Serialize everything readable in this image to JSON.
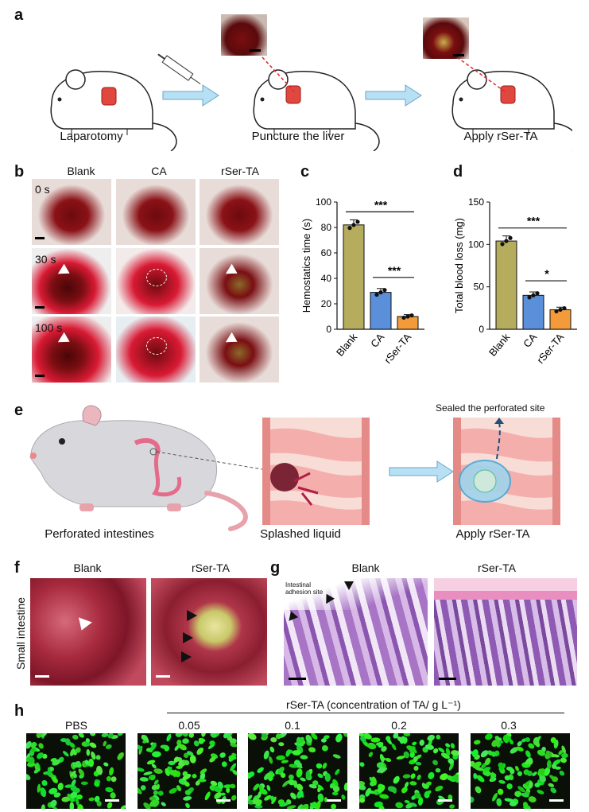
{
  "panels": {
    "a": "a",
    "b": "b",
    "c": "c",
    "d": "d",
    "e": "e",
    "f": "f",
    "g": "g",
    "h": "h"
  },
  "panel_a": {
    "captions": [
      "Laparotomy",
      "Puncture the liver",
      "Apply rSer-TA"
    ]
  },
  "panel_b": {
    "columns": [
      "Blank",
      "CA",
      "rSer-TA"
    ],
    "rows": [
      "0 s",
      "30 s",
      "100 s"
    ]
  },
  "panel_e": {
    "captions": [
      "Perforated intestines",
      "Splashed liquid",
      "Apply rSer-TA"
    ],
    "annotation": "Sealed the perforated site"
  },
  "panel_f": {
    "side_label": "Small intestine",
    "columns": [
      "Blank",
      "rSer-TA"
    ]
  },
  "panel_g": {
    "columns": [
      "Blank",
      "rSer-TA"
    ],
    "annotation_line1": "Intestinal",
    "annotation_line2": "adhesion site"
  },
  "panel_h": {
    "header": "rSer-TA (concentration of TA/ g L⁻¹)",
    "labels": [
      "PBS",
      "0.05",
      "0.1",
      "0.2",
      "0.3"
    ]
  },
  "colors": {
    "olive": "#b5ac5e",
    "blue": "#5b8fd9",
    "orange": "#f39a3b",
    "liver": "#8a0f12",
    "blood": "#d91a34",
    "arrow": "#b7e0f4"
  },
  "chart_data": [
    {
      "type": "bar",
      "ylabel": "Hemostatics time (s)",
      "categories": [
        "Blank",
        "CA",
        "rSer-TA"
      ],
      "values": [
        82,
        29,
        10
      ],
      "errors": [
        4,
        3,
        1.5
      ],
      "ylim": [
        0,
        100
      ],
      "yticks": [
        0,
        20,
        40,
        60,
        80,
        100
      ],
      "significance": [
        {
          "from": "Blank",
          "to": "rSer-TA",
          "label": "***"
        },
        {
          "from": "CA",
          "to": "rSer-TA",
          "label": "***"
        }
      ]
    },
    {
      "type": "bar",
      "ylabel": "Total blood loss (mg)",
      "categories": [
        "Blank",
        "CA",
        "rSer-TA"
      ],
      "values": [
        104,
        40,
        23
      ],
      "errors": [
        6,
        4,
        3
      ],
      "ylim": [
        0,
        150
      ],
      "yticks": [
        0,
        50,
        100,
        150
      ],
      "significance": [
        {
          "from": "Blank",
          "to": "rSer-TA",
          "label": "***"
        },
        {
          "from": "CA",
          "to": "rSer-TA",
          "label": "*"
        }
      ]
    }
  ]
}
